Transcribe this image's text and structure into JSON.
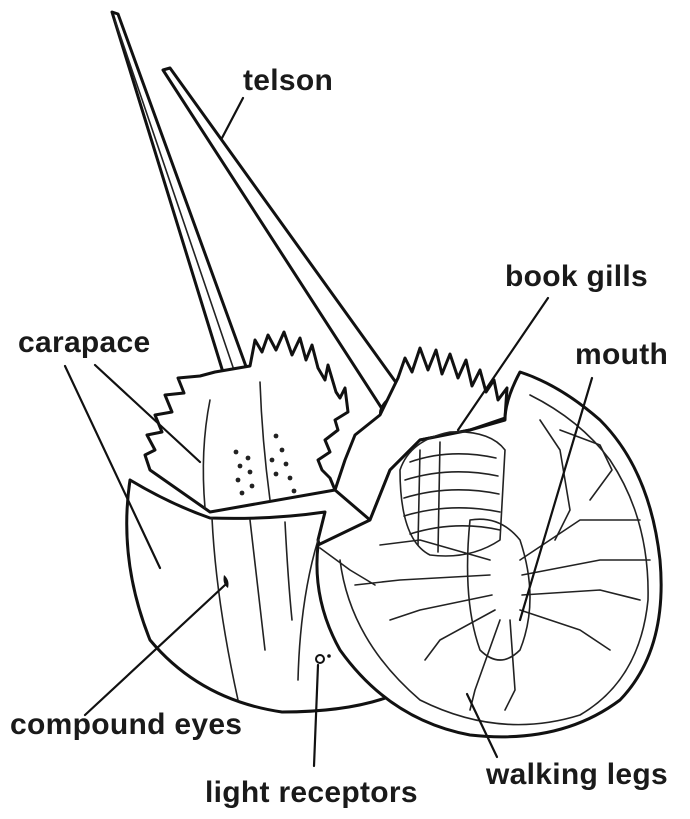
{
  "diagram": {
    "labels": {
      "telson": "telson",
      "book_gills": "book gills",
      "carapace": "carapace",
      "mouth": "mouth",
      "compound_eyes": "compound eyes",
      "light_receptors": "light receptors",
      "walking_legs": "walking legs"
    }
  }
}
